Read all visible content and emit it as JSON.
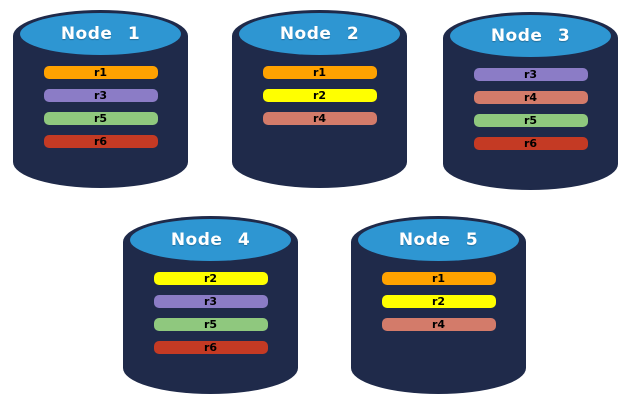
{
  "diagram": {
    "nodes": [
      {
        "title": "Node 1",
        "replicas": [
          "r1",
          "r3",
          "r5",
          "r6"
        ]
      },
      {
        "title": "Node 2",
        "replicas": [
          "r1",
          "r2",
          "r4"
        ]
      },
      {
        "title": "Node 3",
        "replicas": [
          "r3",
          "r4",
          "r5",
          "r6"
        ]
      },
      {
        "title": "Node 4",
        "replicas": [
          "r2",
          "r3",
          "r5",
          "r6"
        ]
      },
      {
        "title": "Node 5",
        "replicas": [
          "r1",
          "r2",
          "r4"
        ]
      }
    ],
    "replica_colors": {
      "r1": "#FFA200",
      "r2": "#FFFF00",
      "r3": "#8B7CC6",
      "r4": "#D37B6A",
      "r5": "#8FC87E",
      "r6": "#C43A24"
    },
    "colors": {
      "cylinder_body": "#1F2A4A",
      "cylinder_top": "#2E96D2",
      "title_text": "#FFFFFF",
      "bar_text": "#000000"
    }
  }
}
